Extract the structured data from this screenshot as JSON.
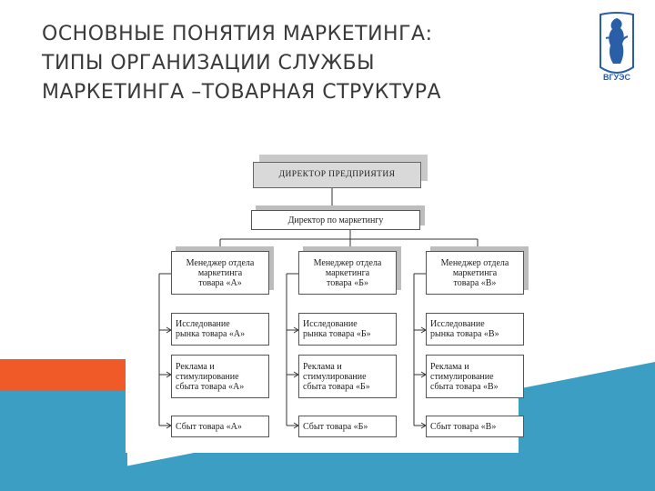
{
  "slide": {
    "title_lines": [
      "ОСНОВНЫЕ ПОНЯТИЯ МАРКЕТИНГА:",
      "ТИПЫ ОРГАНИЗАЦИИ СЛУЖБЫ",
      "МАРКЕТИНГА –ТОВАРНАЯ СТРУКТУРА"
    ],
    "logo_text": "ВГУЭС"
  },
  "diagram": {
    "director": "ДИРЕКТОР ПРЕДПРИЯТИЯ",
    "marketing_director": "Директор по маркетингу",
    "managers": [
      "Менеджер отдела\nмаркетинга\nтовара «А»",
      "Менеджер отдела\nмаркетинга\nтовара «Б»",
      "Менеджер отдела\nмаркетинга\nтовара «В»"
    ],
    "columns": [
      {
        "research": "Исследование\nрынка товара «А»",
        "promo": "Реклама и\nстимулирование\nсбыта товара «А»",
        "sales": "Сбыт товара «А»"
      },
      {
        "research": "Исследование\nрынка товара «Б»",
        "promo": "Реклама и\nстимулирование\nсбыта товара «Б»",
        "sales": "Сбыт товара «Б»"
      },
      {
        "research": "Исследование\nрынка товара «В»",
        "promo": "Реклама и\nстимулирование\nсбыта товара «В»",
        "sales": "Сбыт товара «В»"
      }
    ]
  }
}
